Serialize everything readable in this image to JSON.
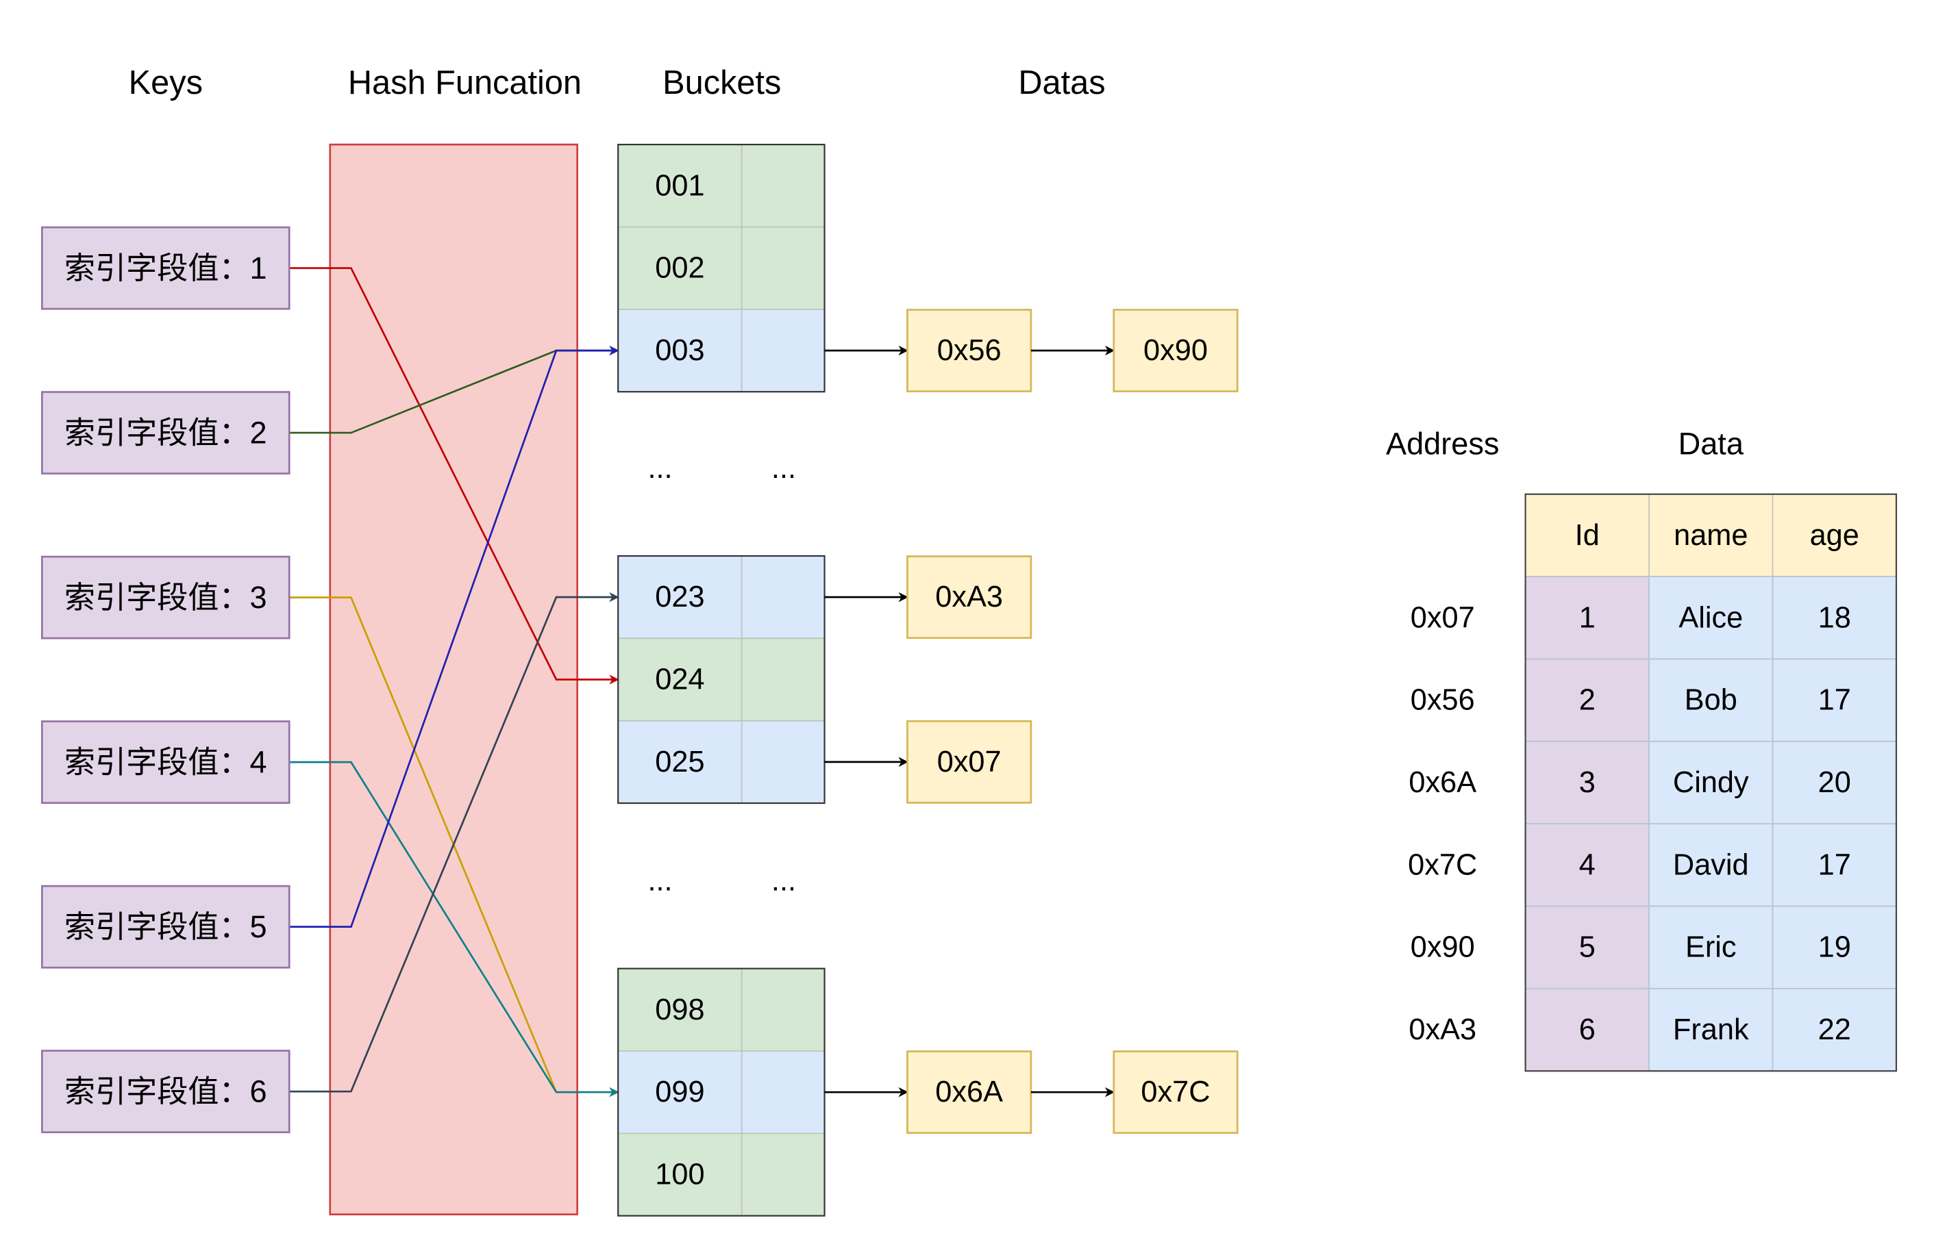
{
  "headers": {
    "keys": "Keys",
    "hash_function": "Hash Funcation",
    "buckets": "Buckets",
    "datas": "Datas",
    "address": "Address",
    "data": "Data"
  },
  "keys": [
    {
      "label": "索引字段值：1",
      "line_color": "#c00000",
      "bucket": "024"
    },
    {
      "label": "索引字段值：2",
      "line_color": "#2e5e1e",
      "bucket": "003"
    },
    {
      "label": "索引字段值：3",
      "line_color": "#c9a000",
      "bucket": "099"
    },
    {
      "label": "索引字段值：4",
      "line_color": "#0e8088",
      "bucket": "099"
    },
    {
      "label": "索引字段值：5",
      "line_color": "#1f1fb4",
      "bucket": "003"
    },
    {
      "label": "索引字段值：6",
      "line_color": "#314354",
      "bucket": "023"
    }
  ],
  "bucket_groups": [
    {
      "buckets": [
        {
          "id": "001",
          "color": "#d5e8d4"
        },
        {
          "id": "002",
          "color": "#d5e8d4"
        },
        {
          "id": "003",
          "color": "#dae8fc"
        }
      ]
    },
    {
      "buckets": [
        {
          "id": "023",
          "color": "#dae8fc"
        },
        {
          "id": "024",
          "color": "#d5e8d4"
        },
        {
          "id": "025",
          "color": "#dae8fc"
        }
      ]
    },
    {
      "buckets": [
        {
          "id": "098",
          "color": "#d5e8d4"
        },
        {
          "id": "099",
          "color": "#dae8fc"
        },
        {
          "id": "100",
          "color": "#d5e8d4"
        }
      ]
    }
  ],
  "ellipsis": [
    "...",
    "..."
  ],
  "chains": [
    {
      "bucket": "003",
      "addresses": [
        "0x56",
        "0x90"
      ]
    },
    {
      "bucket": "023",
      "addresses": [
        "0xA3"
      ]
    },
    {
      "bucket": "025",
      "addresses": [
        "0x07"
      ]
    },
    {
      "bucket": "099",
      "addresses": [
        "0x6A",
        "0x7C"
      ]
    }
  ],
  "table": {
    "columns": [
      "Id",
      "name",
      "age"
    ],
    "rows": [
      {
        "address": "0x07",
        "cells": [
          "1",
          "Alice",
          "18"
        ]
      },
      {
        "address": "0x56",
        "cells": [
          "2",
          "Bob",
          "17"
        ]
      },
      {
        "address": "0x6A",
        "cells": [
          "3",
          "Cindy",
          "20"
        ]
      },
      {
        "address": "0x7C",
        "cells": [
          "4",
          "David",
          "17"
        ]
      },
      {
        "address": "0x90",
        "cells": [
          "5",
          "Eric",
          "19"
        ]
      },
      {
        "address": "0xA3",
        "cells": [
          "6",
          "Frank",
          "22"
        ]
      }
    ]
  },
  "colors": {
    "key_fill": "#e1d5e7",
    "key_stroke": "#9673a6",
    "hash_fill": "#f8cecc",
    "hash_stroke": "#d04040",
    "addr_fill": "#fff2cc",
    "addr_stroke": "#d6b656",
    "header_fill": "#fff2cc",
    "id_fill": "#e1d5e7",
    "cell_fill": "#dae8fc"
  }
}
